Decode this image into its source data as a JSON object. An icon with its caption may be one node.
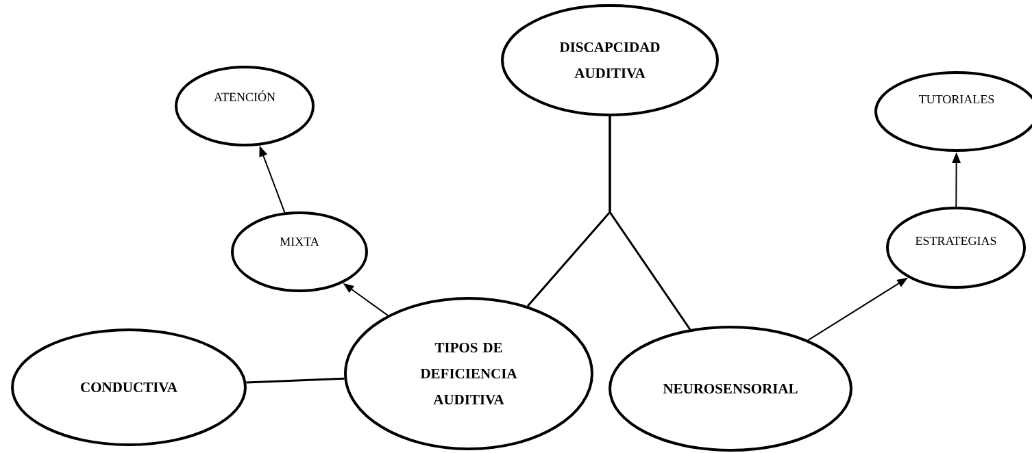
{
  "diagram": {
    "nodes": [
      {
        "text": [
          "DISCAPCIDAD AUDITIVA"
        ]
      },
      {
        "text": [
          "ATENCIÓN"
        ]
      },
      {
        "text": [
          "TUTORIALES"
        ]
      },
      {
        "text": [
          "MIXTA"
        ]
      },
      {
        "text": [
          "ESTRATEGIAS"
        ]
      },
      {
        "text": [
          "CONDUCTIVA"
        ]
      },
      {
        "text": [
          "TIPOS DE DEFICIENCIA AUDITIVA"
        ]
      },
      {
        "text": [
          "NEUROSENSORIAL"
        ]
      }
    ],
    "edges": [
      {
        "from": 0,
        "to": 6,
        "arrow": "none"
      },
      {
        "from": 0,
        "to": 7,
        "arrow": "none"
      },
      {
        "from": 6,
        "to": 5,
        "arrow": "none"
      },
      {
        "from": 6,
        "to": 3,
        "arrow": "to"
      },
      {
        "from": 3,
        "to": 1,
        "arrow": "to"
      },
      {
        "from": 7,
        "to": 4,
        "arrow": "to"
      },
      {
        "from": 4,
        "to": 2,
        "arrow": "to"
      }
    ]
  }
}
